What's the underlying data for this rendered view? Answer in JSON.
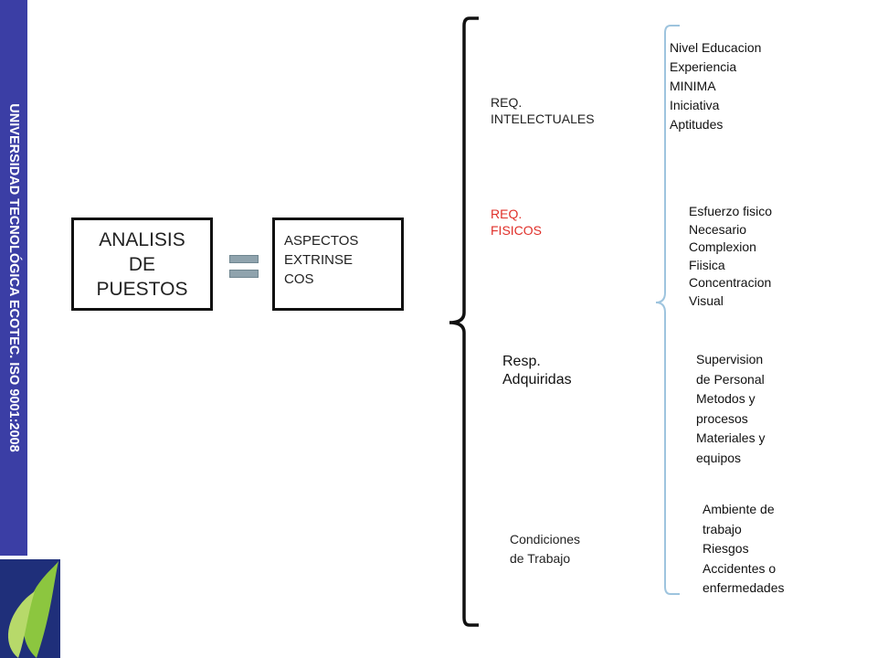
{
  "sidebar": {
    "text": "UNIVERSIDAD TECNOLÓGICA ECOTEC. ISO 9001:2008",
    "color": "#3b3ea5"
  },
  "main_box": {
    "title": "ANALISIS\nDE\nPUESTOS"
  },
  "equals_symbol": {
    "icon": "equals-icon"
  },
  "aspects_box": {
    "title": "ASPECTOS\nEXTRINSE\nCOS"
  },
  "categories": {
    "intelectuales": "REQ.\nINTELECTUALES",
    "fisicos": "REQ.\nFISICOS",
    "responsabilidades": "Resp.\nAdquiridas",
    "condiciones": "Condiciones\nde Trabajo"
  },
  "details": {
    "intelectuales": "Nivel  Educacion\nExperiencia\nMINIMA\nIniciativa\nAptitudes",
    "fisicos": "Esfuerzo fisico\nNecesario\nComplexion\nFiisica\nConcentracion\nVisual",
    "responsabilidades": "Supervision\nde Personal\nMetodos   y\nprocesos\nMateriales  y\nequipos",
    "condiciones": "Ambiente  de\ntrabajo\nRiesgos\nAccidentes  o\nenfermedades"
  },
  "colors": {
    "fisicos_label": "#e0302a",
    "bracket": "#9ec4de",
    "brace": "#111111"
  }
}
